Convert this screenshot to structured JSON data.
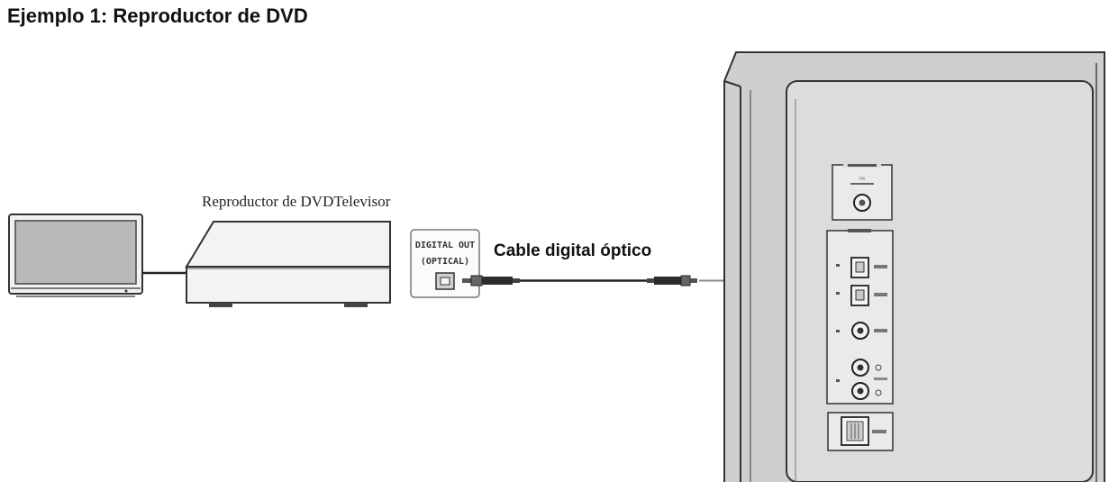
{
  "title": "Ejemplo 1: Reproductor de DVD",
  "dvd_label": "Reproductor de DVDTelevisor",
  "cable_label": "Cable digital óptico",
  "port_label_line1": "DIGITAL OUT",
  "port_label_line2": "(OPTICAL)",
  "colors": {
    "outline": "#333333",
    "panel_fill": "#d4d4d4",
    "panel_inner": "#dedede",
    "device_fill": "#f4f4f4",
    "screen_fill": "#b9b9b9"
  }
}
